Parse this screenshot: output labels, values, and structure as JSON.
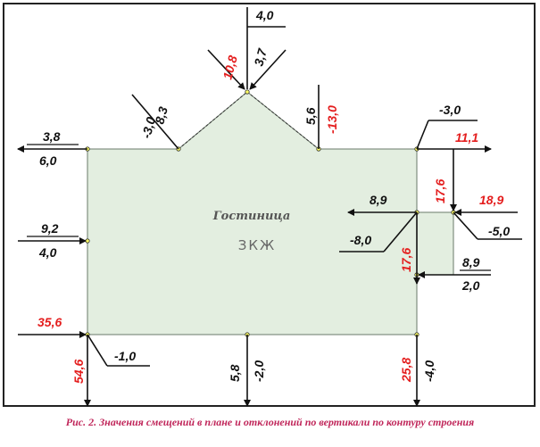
{
  "building": {
    "name": "Гостиница",
    "class": "ЗКЖ",
    "fill": "#e3eee0"
  },
  "labels": {
    "apex_top": "4,0",
    "apex_red": "10,8",
    "apex_black": "3,7",
    "left_slope_top": "8,3",
    "left_slope_bottom": "-3,0",
    "right_slope_black": "5,6",
    "right_slope_red": "-13,0",
    "tr_top": "-3,0",
    "tr_red": "11,1",
    "tl_top": "3,8",
    "tl_bottom": "6,0",
    "left_mid_top": "9,2",
    "left_mid_bottom": "4,0",
    "bl_red": "35,6",
    "bl_vert_red": "54,6",
    "bl_side": "-1,0",
    "bot_mid_black": "5,8",
    "bot_mid_vert": "-2,0",
    "br_red": "25,8",
    "br_vert": "-4,0",
    "notch_top": "8,9",
    "notch_bottom": "-8,0",
    "notch_vert_red": "17,6",
    "right_vert_red": "17,6",
    "right_red": "18,9",
    "right_side": "-5,0",
    "inner_top": "8,9",
    "inner_bottom": "2,0"
  },
  "caption": "Рис. 2. Значения смещений в плане и отклонений по вертикали по контуру строения",
  "colors": {
    "accent": "#e41e1e",
    "caption": "#c0265a",
    "outline": "#222222"
  }
}
